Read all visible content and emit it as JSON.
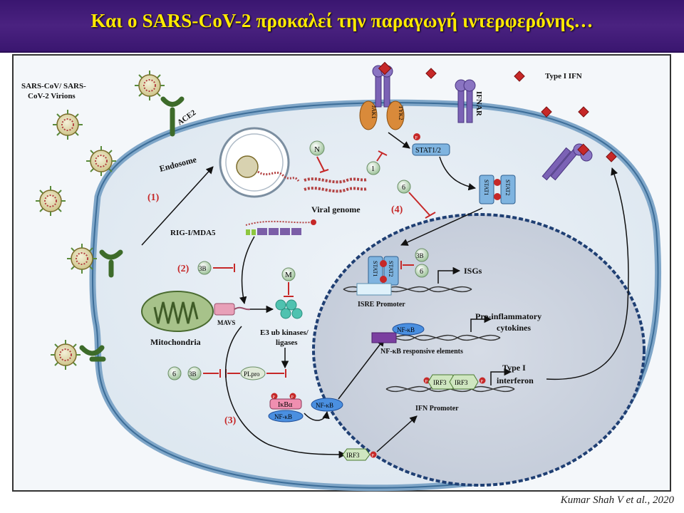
{
  "title": "Και ο SARS-CoV-2 προκαλεί την παραγωγή ιντερφερόνης…",
  "citation": "Kumar Shah V et al., 2020",
  "labels": {
    "virions": "SARS-CoV/ SARS-CoV-2 Virions",
    "ace2": "ACE2",
    "endosome": "Endosome",
    "viral_genome": "Viral genome",
    "n_protein": "N",
    "rig": "RIG-I/MDA5",
    "mitochondria": "Mitochondria",
    "mavs": "MAVS",
    "m_protein": "M",
    "e3": "E3 ub kinases/ ligases",
    "plpro": "PLpro",
    "ikba": "IκBα",
    "nfkb": "NF-κB",
    "irf3": "IRF3",
    "ifnar": "IFNAR",
    "type1ifn": "Type I IFN",
    "jak1": "JAK1",
    "tyk2": "TYK2",
    "stat12": "STAT1/2",
    "stat1": "STAT1",
    "stat2": "STAT2",
    "isgs": "ISGs",
    "isre": "ISRE Promoter",
    "proinflam": "Pro-inflammatory cytokines",
    "nfkb_elements": "NF-κB responsive elements",
    "type1_interferon": "Type I interferon",
    "ifn_promoter": "IFN Promoter",
    "step1": "(1)",
    "step2": "(2)",
    "step3": "(3)",
    "step4": "(4)",
    "p": "P",
    "n1": "1",
    "n6": "6",
    "b3": "3B"
  }
}
